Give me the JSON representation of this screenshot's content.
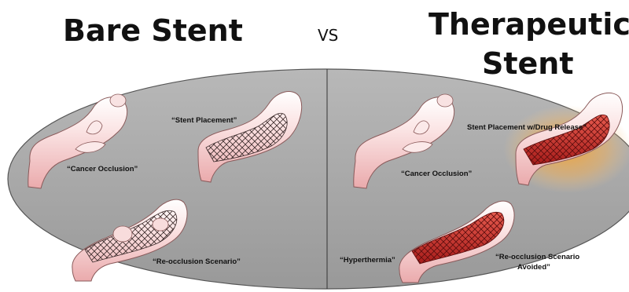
{
  "titles": {
    "left": "Bare Stent",
    "vs": "VS",
    "right_line1": "Therapeutic",
    "right_line2": "Stent"
  },
  "labels": {
    "cancer_occlusion_left": "“Cancer Occlusion”",
    "stent_placement": "“Stent Placement”",
    "reocclusion": "“Re-occlusion Scenario”",
    "cancer_occlusion_right": "“Cancer Occlusion”",
    "stent_drug_release": "Stent Placement w/Drug Release”",
    "hyperthermia": "“Hyperthermia”",
    "reocclusion_avoided_line1": "“Re-occlusion Scenario",
    "reocclusion_avoided_line2": "Avoided”"
  },
  "colors": {
    "ellipse_fill": "#a6a6a6",
    "vessel_pink": "#f3c3c4",
    "heated_red": "#cf2f27",
    "glow_orange": "#f2a233"
  }
}
